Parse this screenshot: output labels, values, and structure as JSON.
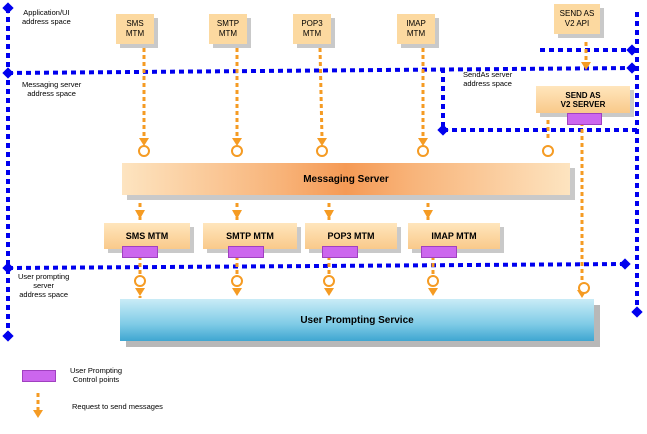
{
  "address_spaces": {
    "app_ui": "Application/UI\naddress space",
    "messaging": "Messaging server\naddress space",
    "sendas": "SendAs server\naddress space",
    "prompting": "User prompting\nserver\naddress space"
  },
  "top_mtms": [
    "SMS\nMTM",
    "SMTP\nMTM",
    "POP3\nMTM",
    "IMAP\nMTM"
  ],
  "send_as_api": "SEND AS\nV2 API",
  "send_as_server": "SEND AS\nV2 SERVER",
  "send_as_server_sub": "V2 SERVER",
  "messaging_server": "Messaging Server",
  "mid_mtms": [
    "SMS  MTM",
    "SMTP  MTM",
    "POP3  MTM",
    "IMAP  MTM"
  ],
  "user_prompting_service": "User Prompting Service",
  "legend": {
    "control_points": "User Prompting\nControl points",
    "request": "Request to send messages"
  },
  "colors": {
    "boundary": "#0000ee",
    "arrow": "#f59b23",
    "control_point": "#cc66ee"
  }
}
